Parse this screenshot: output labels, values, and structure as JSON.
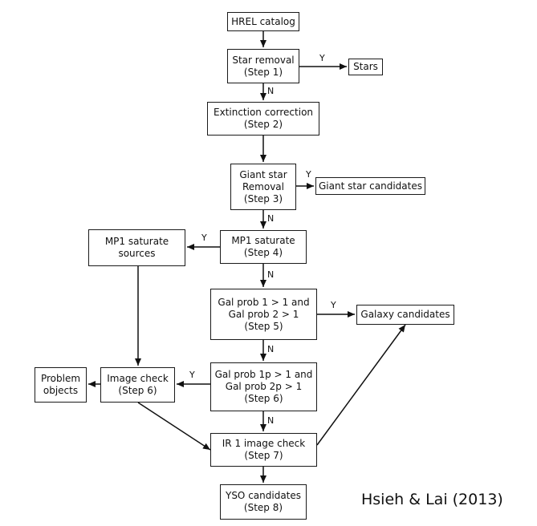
{
  "nodes": {
    "hrel": [
      "HREL catalog"
    ],
    "star_removal": [
      "Star removal",
      "(Step 1)"
    ],
    "stars": [
      "Stars"
    ],
    "extinction": [
      "Extinction correction",
      "(Step 2)"
    ],
    "giant": [
      "Giant star",
      "Removal",
      "(Step 3)"
    ],
    "giant_cand": [
      "Giant star candidates"
    ],
    "mp1_sat": [
      "MP1 saturate",
      "(Step 4)"
    ],
    "mp1_sources": [
      "MP1 saturate",
      "sources"
    ],
    "galprob": [
      "Gal prob 1 > 1 and",
      "Gal prob 2 > 1",
      "(Step 5)"
    ],
    "galaxy_cand": [
      "Galaxy candidates"
    ],
    "galprob_p": [
      "Gal prob 1p > 1 and",
      "Gal prob 2p > 1",
      "(Step 6)"
    ],
    "image_check": [
      "Image check",
      "(Step 6)"
    ],
    "problem": [
      "Problem",
      "objects"
    ],
    "ir1": [
      "IR 1 image check",
      "(Step 7)"
    ],
    "yso": [
      "YSO candidates",
      "(Step 8)"
    ]
  },
  "edge_labels": {
    "star_yes": "Y",
    "star_no": "N",
    "giant_yes": "Y",
    "giant_no": "N",
    "mp1_yes": "Y",
    "mp1_no": "N",
    "gal_yes": "Y",
    "gal_no": "N",
    "galp_yes": "Y",
    "galp_no": "N"
  },
  "credit": "Hsieh & Lai (2013)"
}
